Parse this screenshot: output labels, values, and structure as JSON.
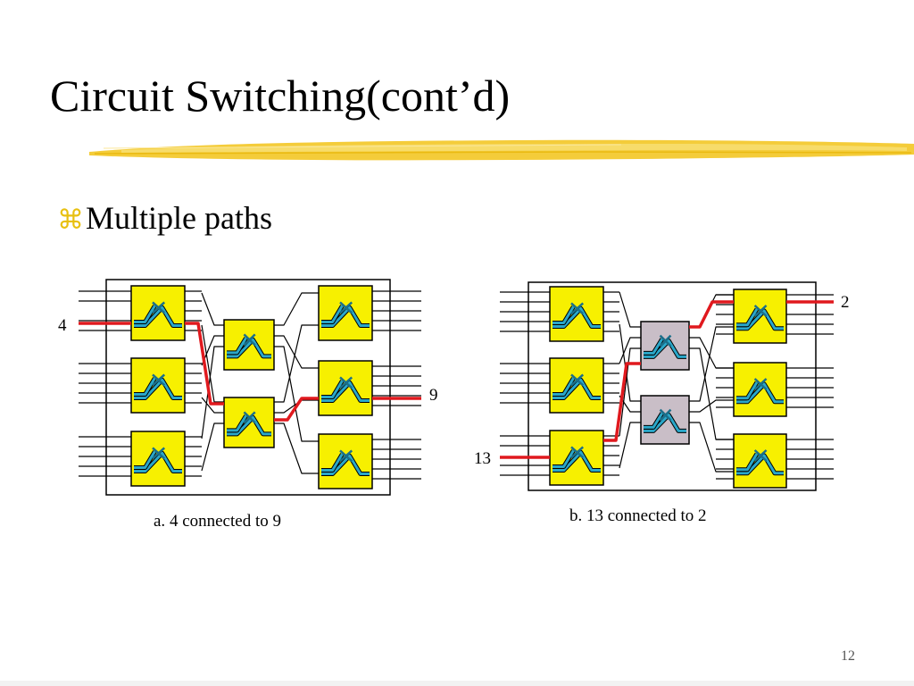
{
  "slide": {
    "title": "Circuit Switching(cont’d)",
    "bullet_icon": "command-key-icon",
    "bullet_text": "Multiple paths",
    "page_number": "12",
    "accent_color": "#f2c318",
    "path_color": "#e0191e"
  },
  "diagram_a": {
    "caption_prefix": "a.",
    "caption": "4 connected to 9",
    "input_label": "4",
    "output_label": "9"
  },
  "diagram_b": {
    "caption": "b. 13 connected to 2",
    "input_label": "13",
    "output_label": "2"
  }
}
